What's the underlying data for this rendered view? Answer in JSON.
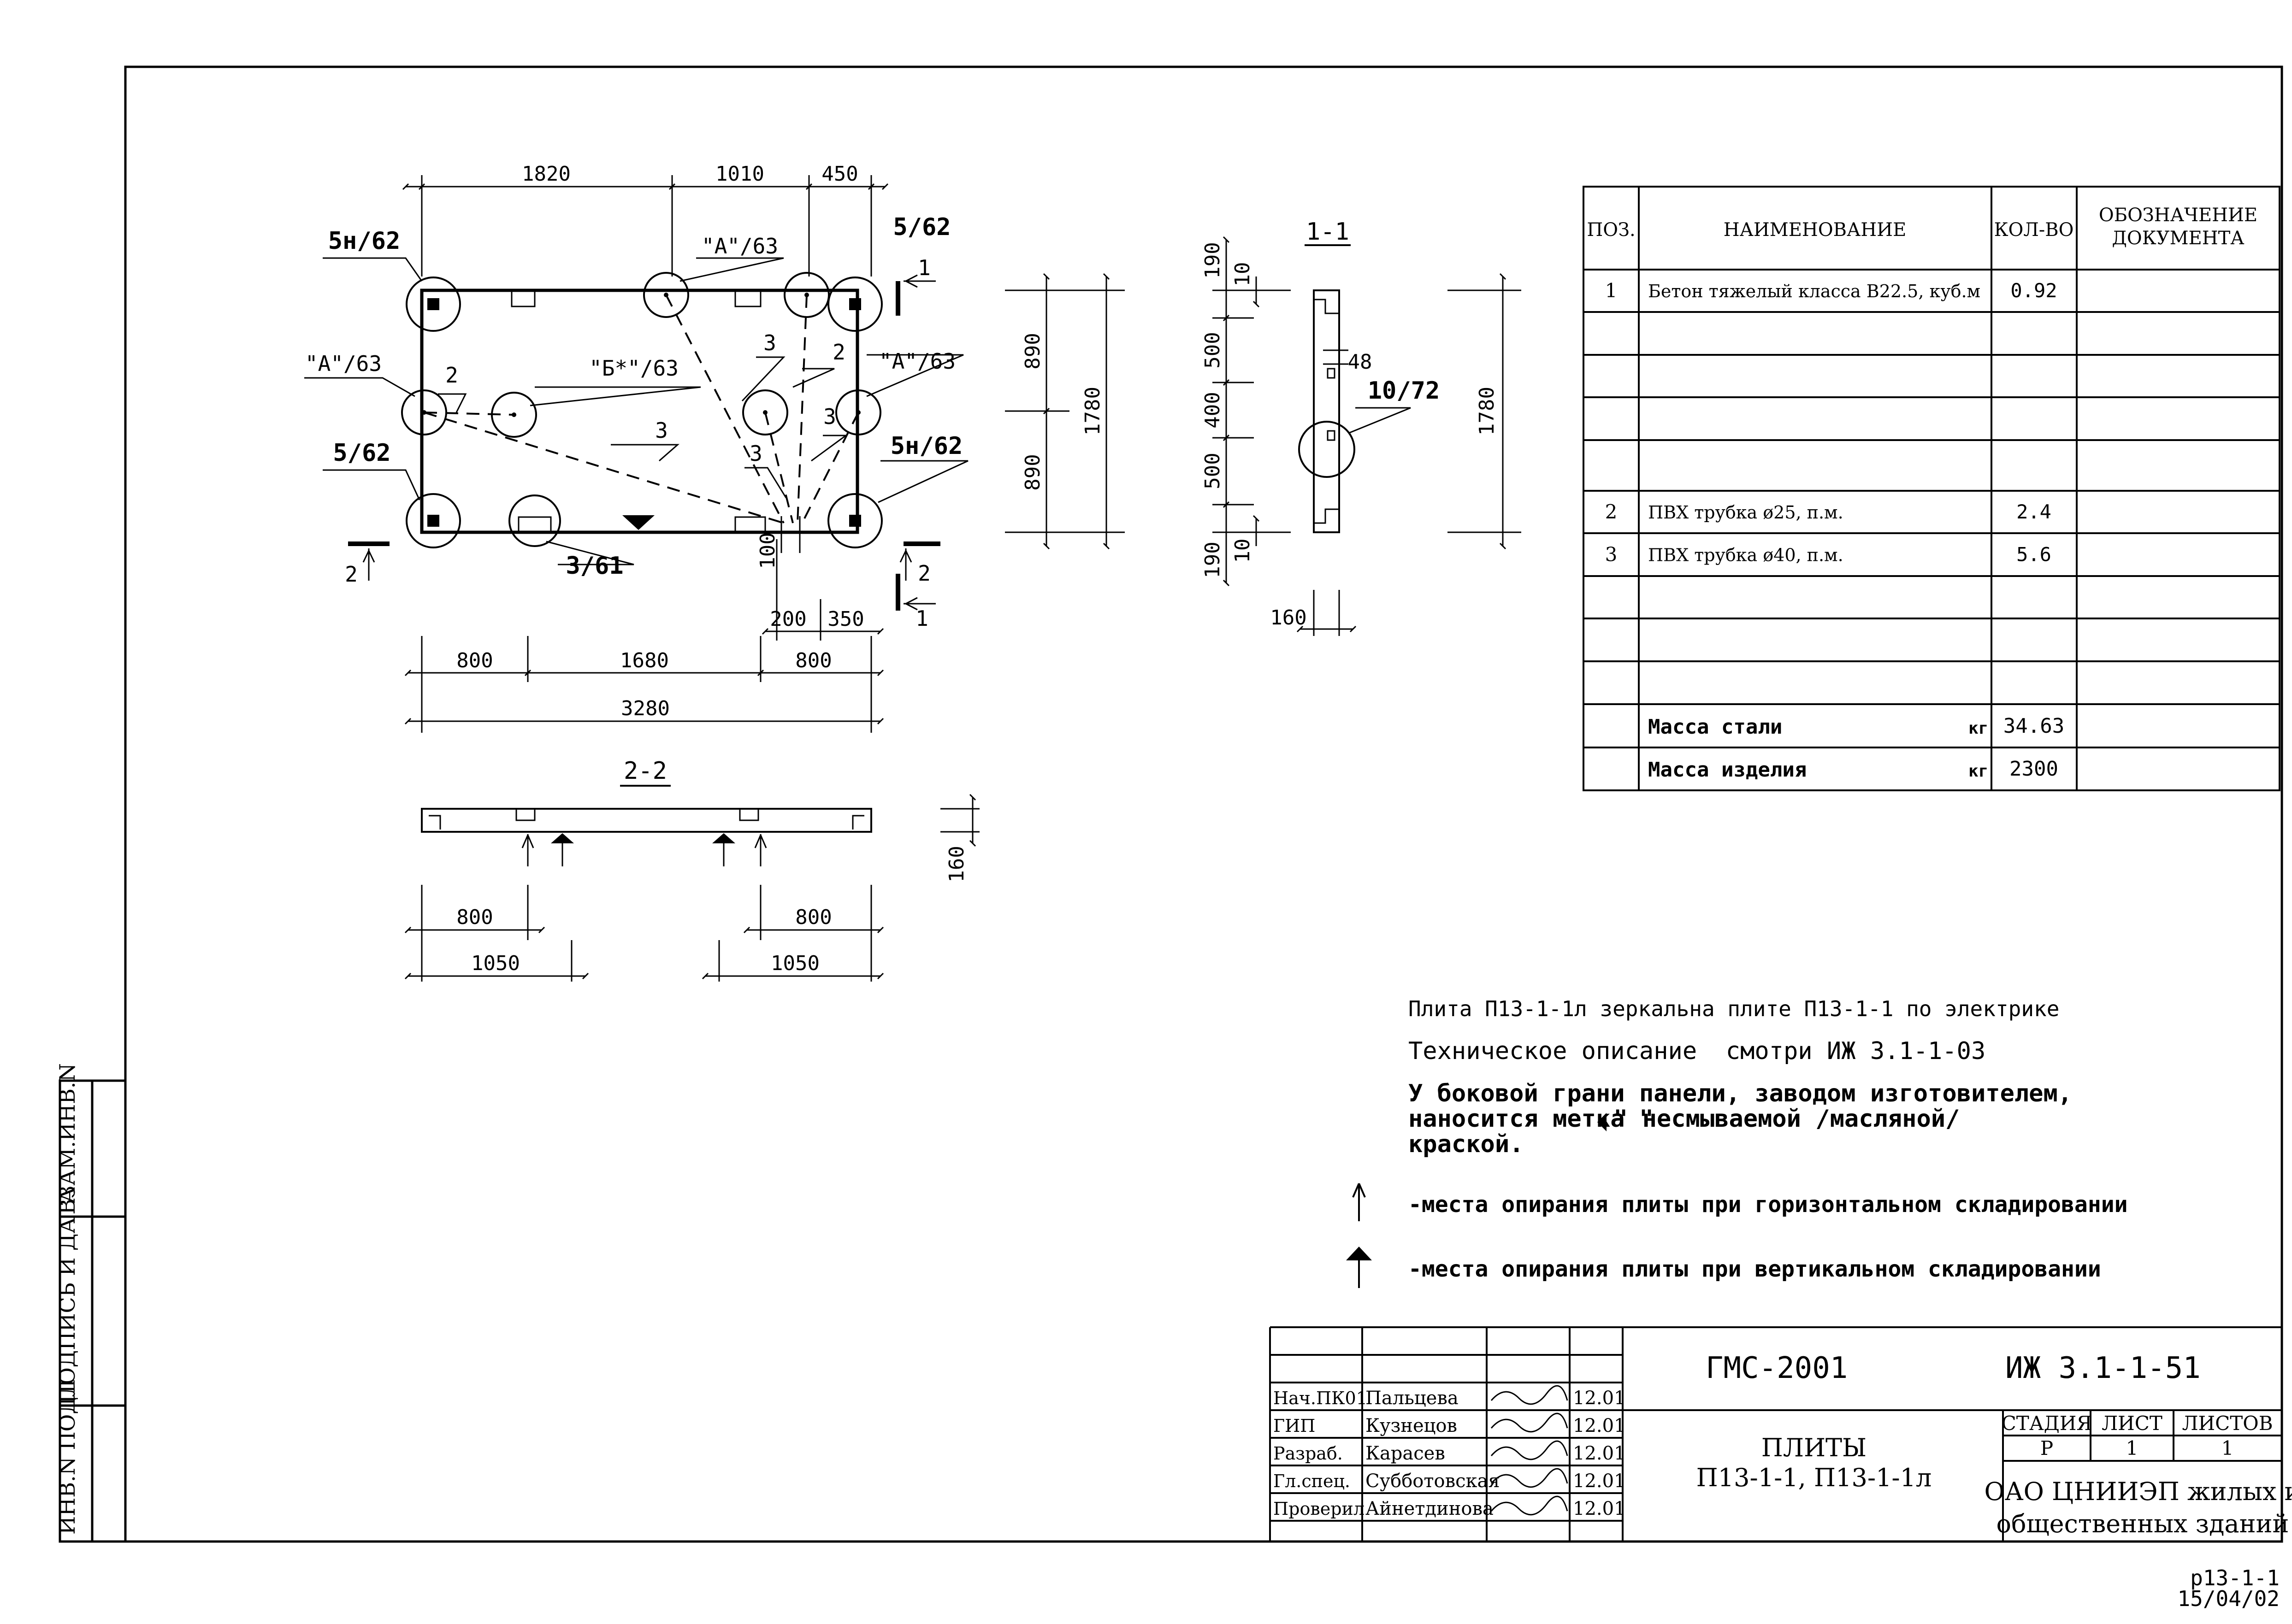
{
  "plan_dims": {
    "top": [
      "1820",
      "1010",
      "450"
    ],
    "bottom": [
      "800",
      "1680",
      "800"
    ],
    "total": "3280",
    "small": [
      "200",
      "350"
    ],
    "right": [
      "890",
      "890"
    ],
    "right_total": "1780",
    "edge": "100"
  },
  "plan_labels": {
    "n_5n62_top": "5н/62",
    "n_5_62_top": "5/62",
    "n_A63_top": "\"А\"/63",
    "n_A63_left": "\"А\"/63",
    "n_B63": "\"Б*\"/63",
    "n_A63_right": "\"А\"/63",
    "n_5_62_left": "5/62",
    "n_5n62_right": "5н/62",
    "n_3_61": "3/61",
    "n2a": "2",
    "n2b": "2",
    "n3a": "3",
    "n3b": "3",
    "n3c": "3",
    "n3d": "3",
    "cut1_top": "1",
    "cut1_bottom": "1",
    "cut2_left": "2",
    "cut2_right": "2"
  },
  "section_1_1": {
    "title": "1-1",
    "dims": [
      "190",
      "10",
      "500",
      "400",
      "500",
      "10",
      "190"
    ],
    "dim48": "48",
    "callout": "10/72",
    "height": "1780",
    "width": "160"
  },
  "section_2_2": {
    "title": "2-2",
    "thickness": "160",
    "left_dims": [
      "800",
      "1050"
    ],
    "right_dims": [
      "800",
      "1050"
    ]
  },
  "spec_table": {
    "headers": [
      "ПОЗ.",
      "НАИМЕНОВАНИЕ",
      "КОЛ-ВО",
      "ОБОЗНАЧЕНИЕ ДОКУМЕНТА"
    ],
    "rows": [
      {
        "pos": "1",
        "name": "Бетон тяжелый класса В22.5, куб.м",
        "qty": "0.92"
      },
      {
        "pos": "",
        "name": "",
        "qty": ""
      },
      {
        "pos": "",
        "name": "",
        "qty": ""
      },
      {
        "pos": "",
        "name": "",
        "qty": ""
      },
      {
        "pos": "",
        "name": "",
        "qty": ""
      },
      {
        "pos": "2",
        "name": "ПВХ трубка ø25, п.м.",
        "qty": "2.4"
      },
      {
        "pos": "3",
        "name": "ПВХ трубка ø40, п.м.",
        "qty": "5.6"
      },
      {
        "pos": "",
        "name": "",
        "qty": ""
      },
      {
        "pos": "",
        "name": "",
        "qty": ""
      },
      {
        "pos": "",
        "name": "",
        "qty": ""
      }
    ],
    "mass_steel": {
      "label": "Масса стали",
      "unit": "кг",
      "value": "34.63"
    },
    "mass_item": {
      "label": "Масса изделия",
      "unit": "кг",
      "value": "2300"
    }
  },
  "notes": {
    "n1": "Плита П13-1-1л зеркальна плите П13-1-1 по электрике",
    "n2": "Техническое описание  смотри ИЖ 3.1-1-03",
    "n3a": "У боковой грани панели, заводом изготовителем,",
    "n3b_pre": "наносится метка \"",
    "n3b_post": " \" несмываемой /масляной/",
    "n3c": "краской.",
    "legend1": "-места опирания плиты при горизонтальном складировании",
    "legend2": "-места опирания плиты при вертикальном складировании"
  },
  "side_stamp": [
    "ИНВ.N ПОДЛ",
    "ПОДПИСЬ И ДАТА",
    "ВЗАМ.ИНВ.N"
  ],
  "title_block": {
    "code": "ГМС-2001",
    "doc": "ИЖ 3.1-1-51",
    "name1": "ПЛИТЫ",
    "name2": "П13-1-1, П13-1-1л",
    "stage_headers": [
      "СТАДИЯ",
      "ЛИСТ",
      "ЛИСТОВ"
    ],
    "stage_values": [
      "Р",
      "1",
      "1"
    ],
    "org1": "ОАО ЦНИИЭП жилых и",
    "org2": "общественных зданий",
    "signers": [
      {
        "role": "Нач.ПК01",
        "name": "Пальцева",
        "date": "12.01"
      },
      {
        "role": "ГИП",
        "name": "Кузнецов",
        "date": "12.01"
      },
      {
        "role": "Разраб.",
        "name": "Карасев",
        "date": "12.01"
      },
      {
        "role": "Гл.спец.",
        "name": "Субботовская",
        "date": "12.01"
      },
      {
        "role": "Проверил",
        "name": "Айнетдинова",
        "date": "12.01"
      }
    ]
  },
  "file_ref": {
    "line1": "p13-1-1",
    "line2": "15/04/02"
  }
}
